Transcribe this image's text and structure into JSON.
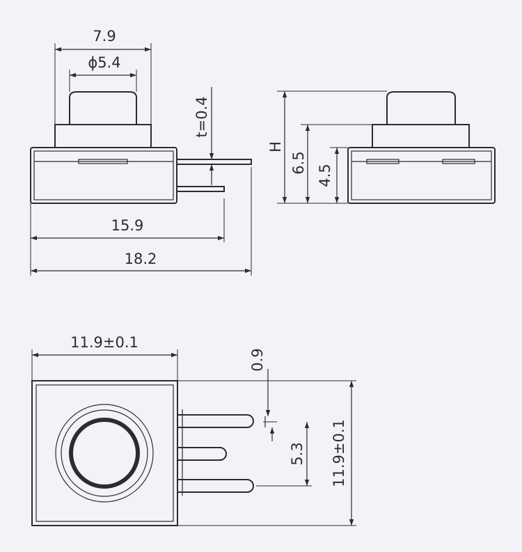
{
  "dimensions": {
    "front_width": "7.9",
    "front_diameter": "ϕ5.4",
    "front_thickness": "t=0.4",
    "front_body_width": "15.9",
    "front_total_width": "18.2",
    "side_height": "H",
    "side_height_65": "6.5",
    "side_height_45": "4.5",
    "bottom_width": "11.9±0.1",
    "bottom_pin_width": "0.9",
    "bottom_pin_pitch": "5.3",
    "bottom_height": "11.9±0.1"
  },
  "colors": {
    "line": "#2b2b33",
    "background": "#f2f3f6"
  }
}
